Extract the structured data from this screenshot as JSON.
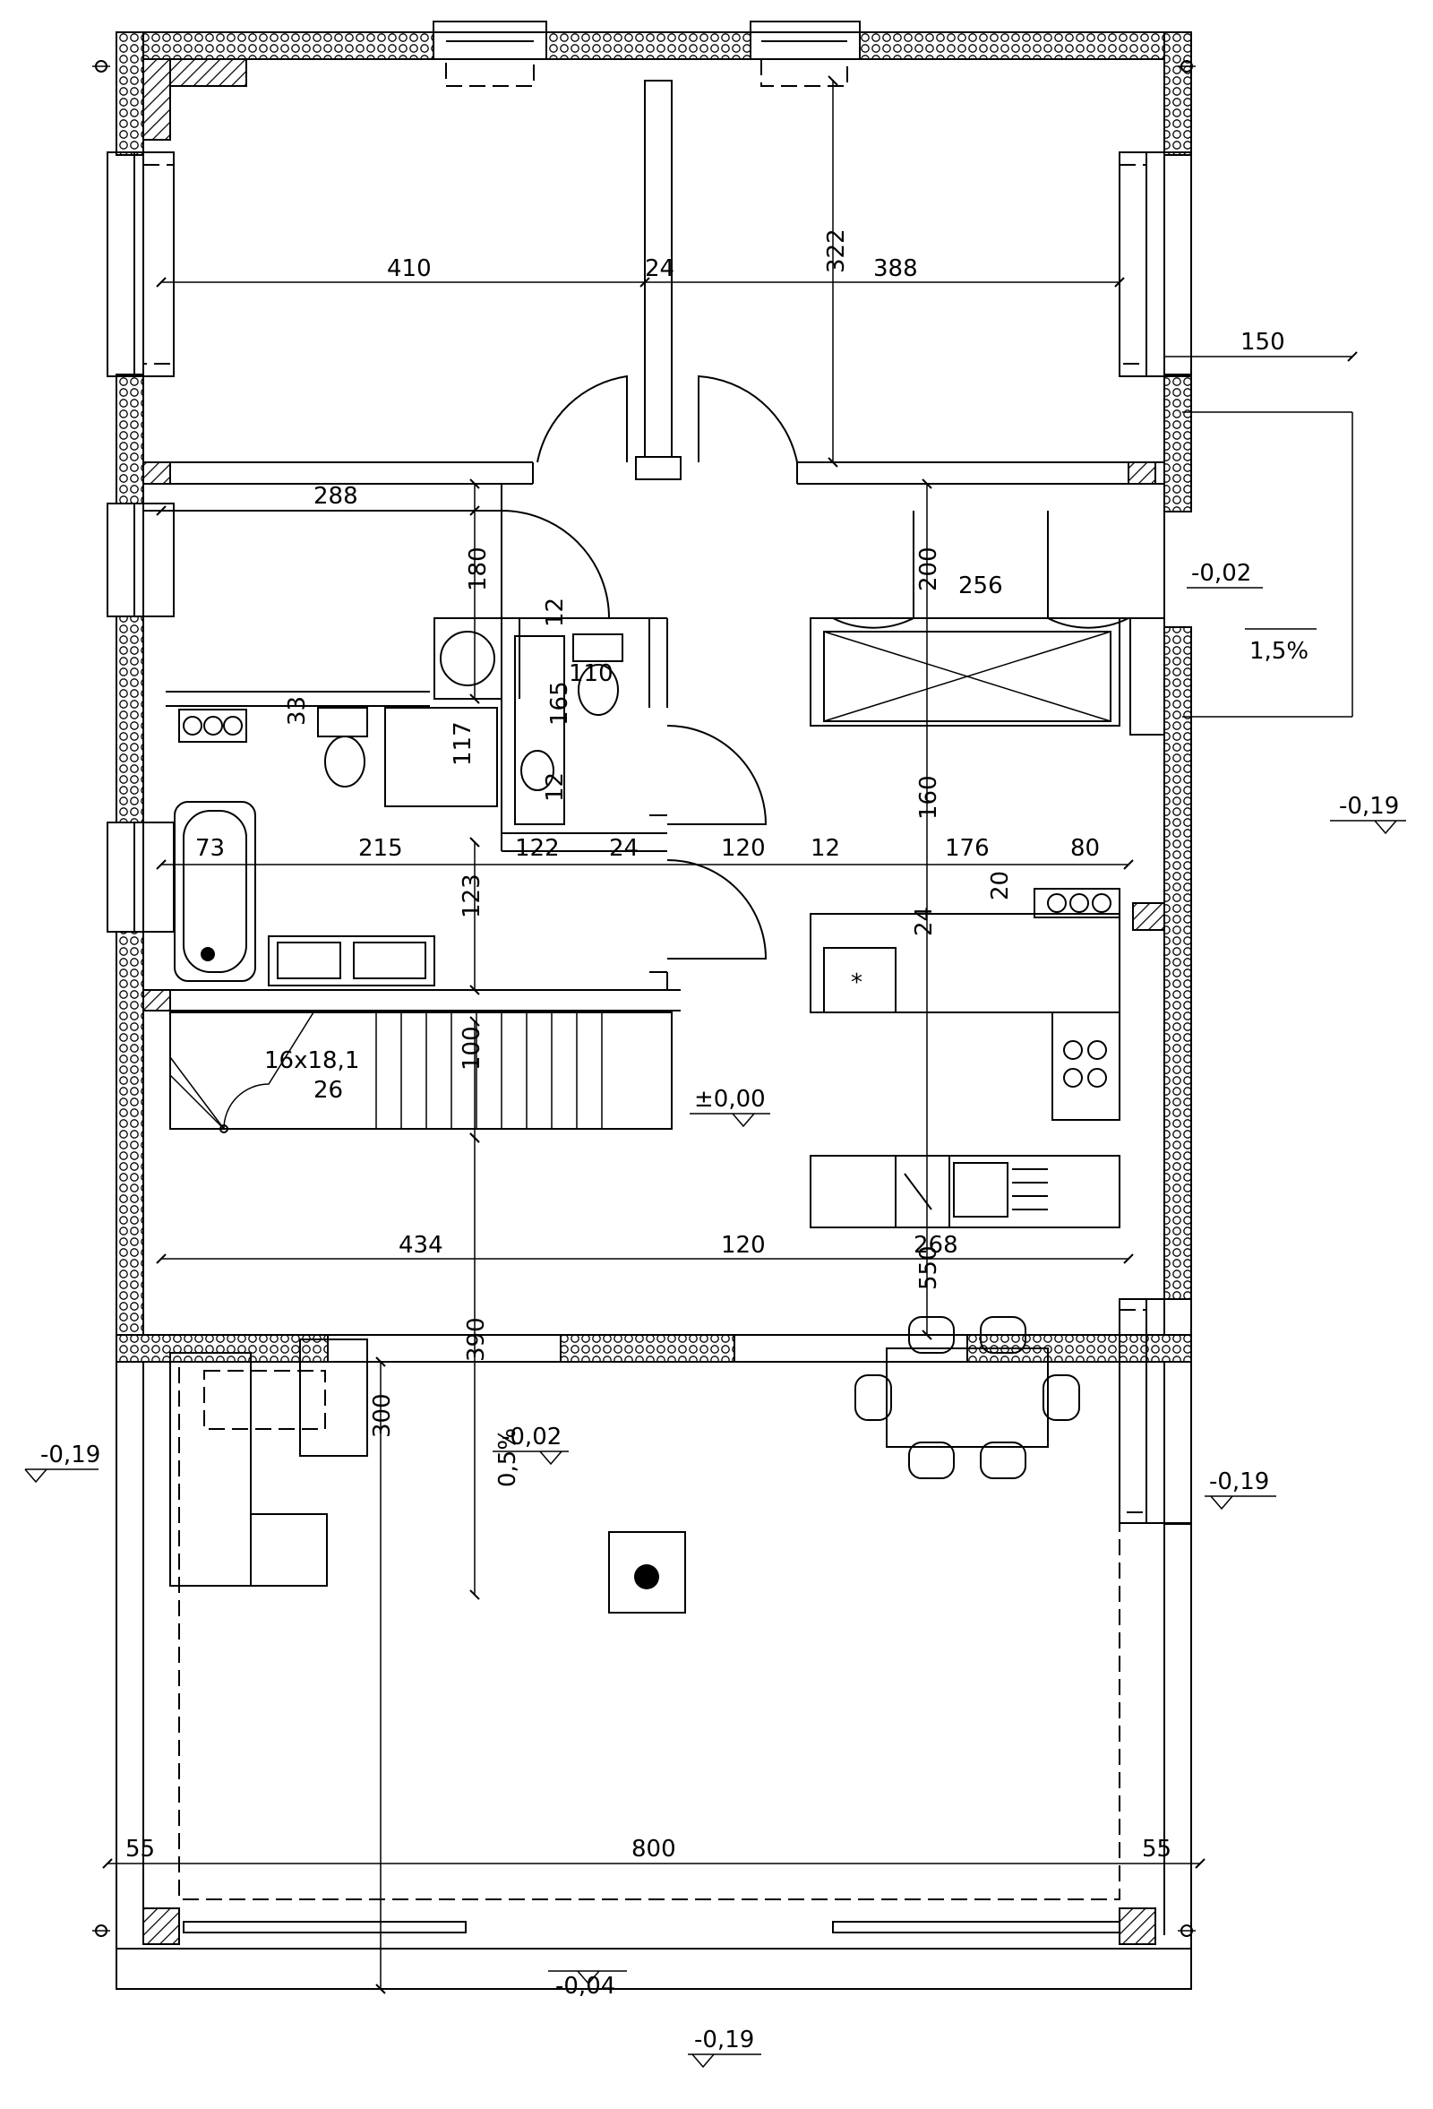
{
  "dimensions": {
    "room1_width": "410",
    "wall_thickness_24a": "24",
    "room1_depth": "322",
    "room2_width": "388",
    "terrace_right": "150",
    "bathroom_width": "288",
    "bathroom_depth": "180",
    "toilet_width": "110",
    "wall_12a": "12",
    "wc_33": "33",
    "shower_117": "117",
    "toilet_depth_165": "165",
    "wall_12b": "12",
    "corridor_200": "200",
    "pantry_256": "256",
    "bath_73": "73",
    "bath_215": "215",
    "bath_122": "122",
    "wall_24b": "24",
    "corr_120a": "120",
    "wall_12c": "12",
    "kitchen_176": "176",
    "kitchen_80": "80",
    "kitchen_160": "160",
    "kitchen_20": "20",
    "kitchen_24": "24",
    "bath_123": "123",
    "stairs": "16x18,1",
    "stairs_26": "26",
    "stairs_100": "100",
    "living_434": "434",
    "corr_120b": "120",
    "dining_268": "268",
    "dining_550": "550",
    "living_390": "390",
    "terrace_300": "300",
    "terrace_800": "800",
    "terrace_55a": "55",
    "terrace_55b": "55"
  },
  "levels": {
    "entrance": "-0,02",
    "entrance_slope": "1,5%",
    "right_outside": "-0,19",
    "floor": "±0,00",
    "terrace_left": "-0,19",
    "terrace": "-0,02",
    "terrace_right": "-0,19",
    "terrace_slope": "0,5%",
    "terrace_edge": "-0,04",
    "bottom": "-0,19"
  }
}
